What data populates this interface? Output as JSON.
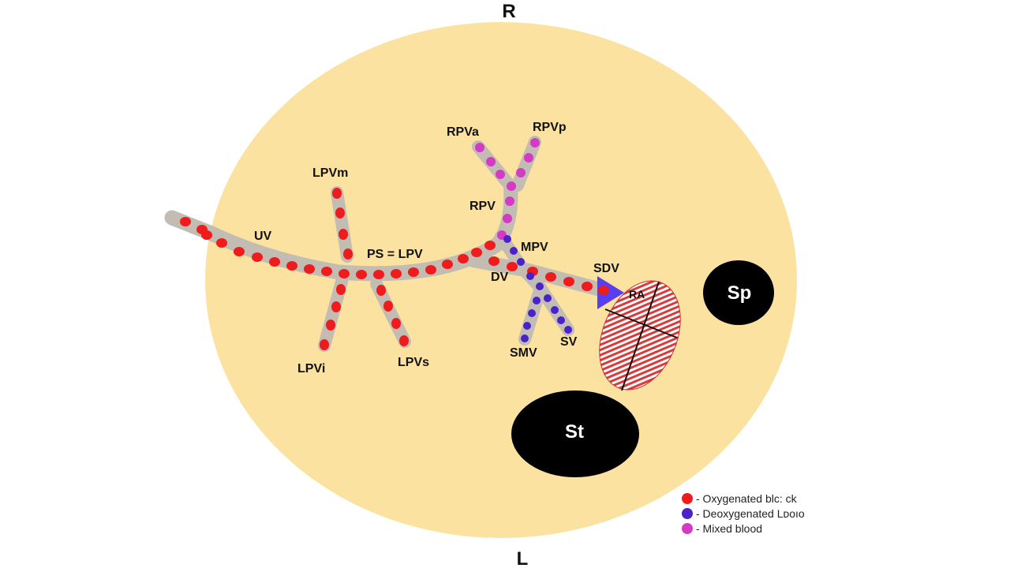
{
  "orientation": {
    "top": "R",
    "bottom": "L"
  },
  "vessels": {
    "UV": "UV",
    "PS_LPV": "PS = LPV",
    "LPVm": "LPVm",
    "LPVi": "LPVi",
    "LPVs": "LPVs",
    "RPVa": "RPVa",
    "RPVp": "RPVp",
    "RPV": "RPV",
    "MPV": "MPV",
    "DV": "DV",
    "SDV": "SDV",
    "SMV": "SMV",
    "SV": "SV",
    "RA": "RA"
  },
  "organs": {
    "Sp": "Sp",
    "St": "St"
  },
  "legend": [
    {
      "label": "- Oxygenated blc: ck",
      "color": "#ee1c1c"
    },
    {
      "label": "- Deoxygenated Lᴅᴏıᴏ",
      "color": "#4a22c8"
    },
    {
      "label": "- Mixed blood",
      "color": "#d43bc4"
    }
  ],
  "colors": {
    "liver": "#fbe2a0",
    "vessel": "#c2bcb3",
    "oxygenated": "#ee1c1c",
    "deoxygenated": "#4a22c8",
    "mixed": "#d43bc4",
    "ra_stripe": "#d93a3a"
  }
}
